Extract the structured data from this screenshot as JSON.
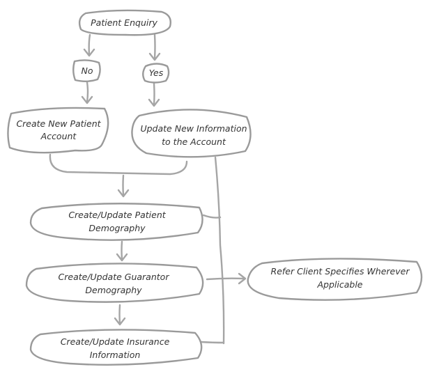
{
  "diagram": {
    "nodes": {
      "patient_enquiry": "Patient Enquiry",
      "no": "No",
      "yes": "Yes",
      "create_account_line1": "Create New Patient",
      "create_account_line2": "Account",
      "update_info_line1": "Update New Information",
      "update_info_line2": "to the Account",
      "patient_demo_line1": "Create/Update Patient",
      "patient_demo_line2": "Demography",
      "guarantor_demo_line1": "Create/Update Guarantor",
      "guarantor_demo_line2": "Demography",
      "insurance_line1": "Create/Update Insurance",
      "insurance_line2": "Information",
      "refer_line1": "Refer Client Specifies Wherever",
      "refer_line2": "Applicable"
    }
  }
}
